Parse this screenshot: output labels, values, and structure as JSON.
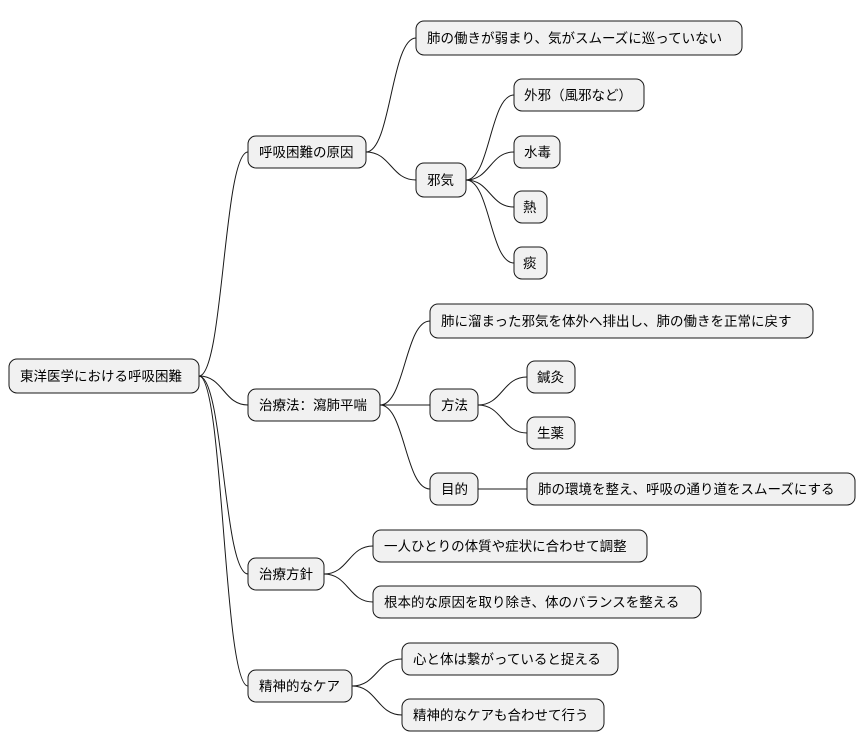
{
  "root": {
    "label": "東洋医学における呼吸困難",
    "children": [
      {
        "label": "呼吸困難の原因",
        "children": [
          {
            "label": "肺の働きが弱まり、気がスムーズに巡っていない"
          },
          {
            "label": "邪気",
            "children": [
              {
                "label": "外邪（風邪など）"
              },
              {
                "label": "水毒"
              },
              {
                "label": "熱"
              },
              {
                "label": "痰"
              }
            ]
          }
        ]
      },
      {
        "label": "治療法：瀉肺平喘",
        "children": [
          {
            "label": "肺に溜まった邪気を体外へ排出し、肺の働きを正常に戻す"
          },
          {
            "label": "方法",
            "children": [
              {
                "label": "鍼灸"
              },
              {
                "label": "生薬"
              }
            ]
          },
          {
            "label": "目的",
            "children": [
              {
                "label": "肺の環境を整え、呼吸の通り道をスムーズにする"
              }
            ]
          }
        ]
      },
      {
        "label": "治療方針",
        "children": [
          {
            "label": "一人ひとりの体質や症状に合わせて調整"
          },
          {
            "label": "根本的な原因を取り除き、体のバランスを整える"
          }
        ]
      },
      {
        "label": "精神的なケア",
        "children": [
          {
            "label": "心と体は繋がっていると捉える"
          },
          {
            "label": "精神的なケアも合わせて行う"
          }
        ]
      }
    ]
  }
}
